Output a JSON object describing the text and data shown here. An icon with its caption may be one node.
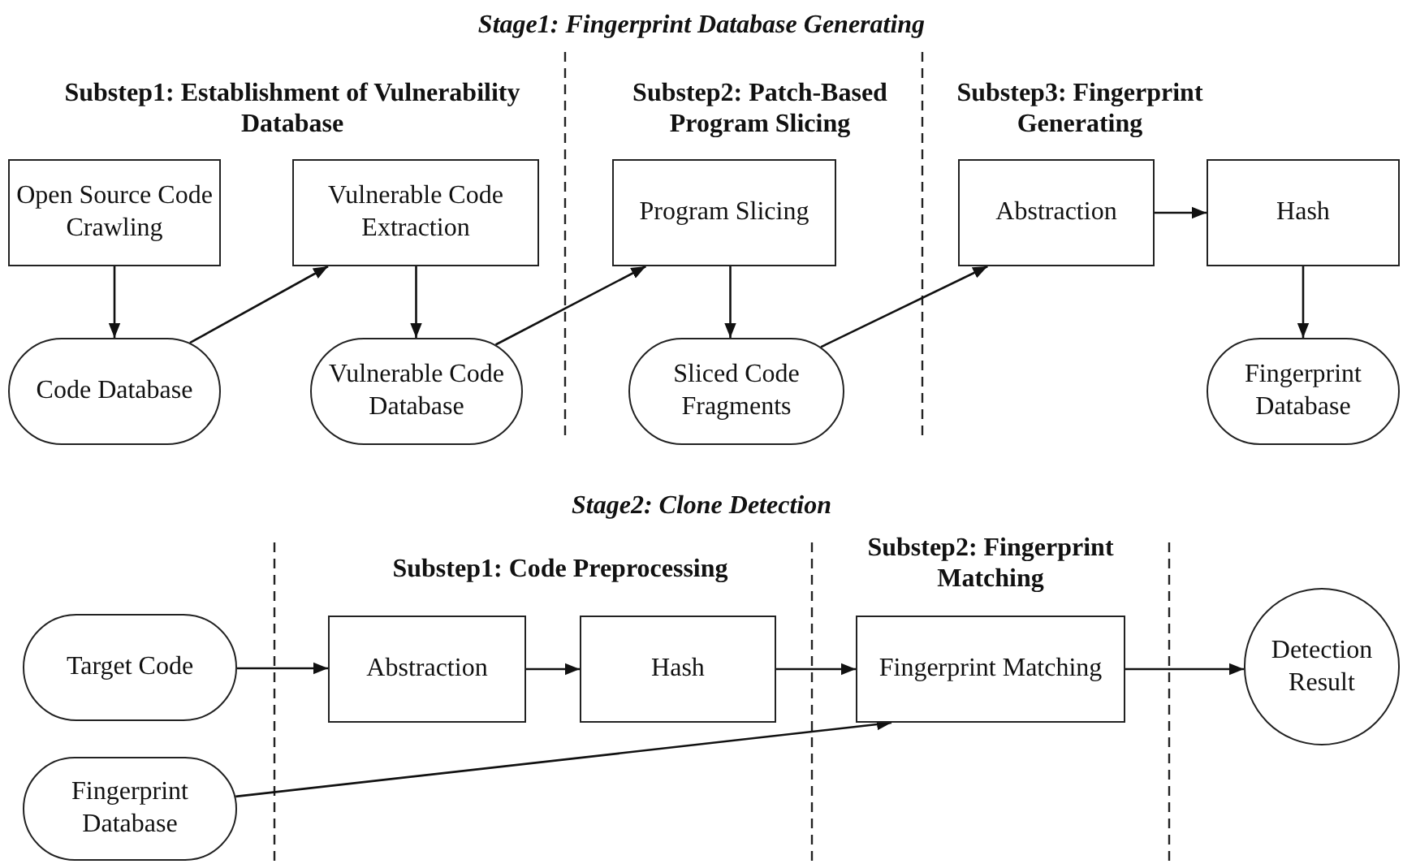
{
  "diagram": {
    "nodes": [
      {
        "text": [
          "Open Source Code Crawling"
        ]
      },
      {
        "text": [
          "Vulnerable Code Extraction"
        ]
      },
      {
        "text": [
          "Program Slicing"
        ]
      },
      {
        "text": [
          "Abstraction"
        ]
      },
      {
        "text": [
          "Hash"
        ]
      },
      {
        "text": [
          "Code Database"
        ]
      },
      {
        "text": [
          "Vulnerable Code Database"
        ]
      },
      {
        "text": [
          "Sliced Code Fragments"
        ]
      },
      {
        "text": [
          "Fingerprint Database"
        ]
      },
      {
        "text": [
          "Target Code"
        ]
      },
      {
        "text": [
          "Fingerprint Database"
        ]
      },
      {
        "text": [
          "Abstraction"
        ]
      },
      {
        "text": [
          "Hash"
        ]
      },
      {
        "text": [
          "Fingerprint Matching"
        ]
      },
      {
        "text": [
          "Detection Result"
        ]
      }
    ],
    "edges": [
      {
        "from": 0,
        "to": 5,
        "arrow": "to"
      },
      {
        "from": 5,
        "to": 1,
        "arrow": "to"
      },
      {
        "from": 1,
        "to": 6,
        "arrow": "to"
      },
      {
        "from": 6,
        "to": 2,
        "arrow": "to"
      },
      {
        "from": 2,
        "to": 7,
        "arrow": "to"
      },
      {
        "from": 7,
        "to": 3,
        "arrow": "to"
      },
      {
        "from": 3,
        "to": 4,
        "arrow": "to"
      },
      {
        "from": 4,
        "to": 8,
        "arrow": "to"
      },
      {
        "from": 9,
        "to": 11,
        "arrow": "to"
      },
      {
        "from": 11,
        "to": 12,
        "arrow": "to"
      },
      {
        "from": 12,
        "to": 13,
        "arrow": "to"
      },
      {
        "from": 13,
        "to": 14,
        "arrow": "to"
      },
      {
        "from": 10,
        "to": 13,
        "arrow": "to"
      }
    ],
    "labels": [
      "Stage1: Fingerprint Database Generating",
      "Substep1: Establishment of Vulnerability Database",
      "Substep2: Patch-Based Program Slicing",
      "Substep3: Fingerprint Generating",
      "Stage2: Clone Detection",
      "Substep1: Code Preprocessing",
      "Substep2: Fingerprint Matching"
    ]
  }
}
